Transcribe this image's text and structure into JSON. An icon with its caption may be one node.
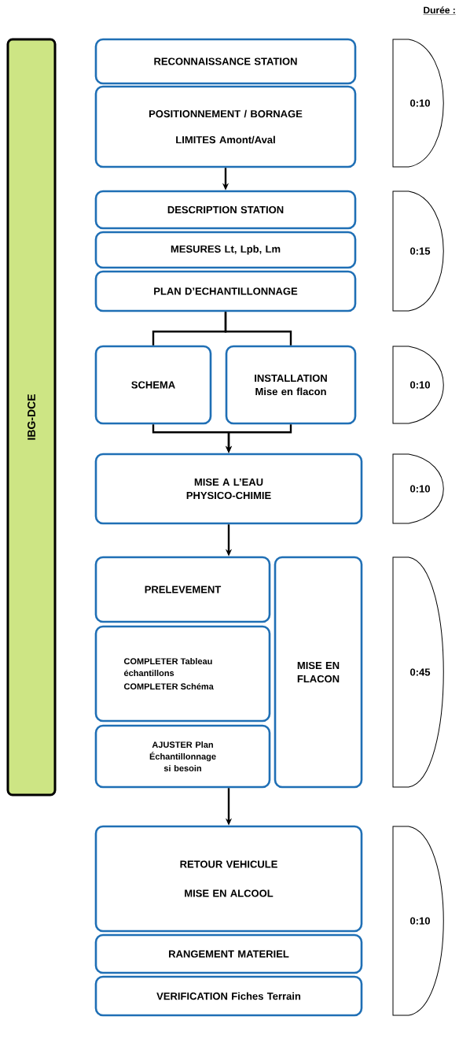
{
  "diagram": {
    "nodes": [
      {
        "text": [
          "IBG-DCE"
        ]
      },
      {
        "text": [
          "RECONNAISSANCE STATION"
        ]
      },
      {
        "text": [
          "POSITIONNEMENT / BORNAGE",
          "LIMITES Amont/Aval"
        ]
      },
      {
        "text": [
          "DESCRIPTION STATION"
        ]
      },
      {
        "text": [
          "MESURES Lt, Lpb, Lm"
        ]
      },
      {
        "text": [
          "PLAN D’ECHANTILLONNAGE"
        ]
      },
      {
        "text": [
          "SCHEMA"
        ]
      },
      {
        "text": [
          "INSTALLATION Mise en flacon"
        ]
      },
      {
        "text": [
          "MISE A L’EAU PHYSICO-CHIMIE"
        ]
      },
      {
        "text": [
          "PRELEVEMENT"
        ]
      },
      {
        "text": [
          "COMPLETER Tableau échantillons",
          "COMPLETER Schéma"
        ]
      },
      {
        "text": [
          "AJUSTER Plan Échantillonnage si besoin"
        ]
      },
      {
        "text": [
          "MISE EN FLACON"
        ]
      },
      {
        "text": [
          "RETOUR VEHICULE",
          "MISE EN ALCOOL"
        ]
      },
      {
        "text": [
          "RANGEMENT MATERIEL"
        ]
      },
      {
        "text": [
          "VERIFICATION Fiches Terrain"
        ]
      },
      {
        "text": [
          "0:10"
        ]
      },
      {
        "text": [
          "0:15"
        ]
      },
      {
        "text": [
          "0:10"
        ]
      },
      {
        "text": [
          "0:10"
        ]
      },
      {
        "text": [
          "0:45"
        ]
      },
      {
        "text": [
          "0:10"
        ]
      }
    ],
    "edges": [
      {
        "from": 2,
        "to": 3,
        "arrow": "to"
      },
      {
        "from": 5,
        "to": 6,
        "arrow": "none"
      },
      {
        "from": 5,
        "to": 7,
        "arrow": "none"
      },
      {
        "from": 6,
        "to": 8,
        "arrow": "to"
      },
      {
        "from": 7,
        "to": 8,
        "arrow": "to"
      },
      {
        "from": 8,
        "to": 9,
        "arrow": "to"
      },
      {
        "from": 11,
        "to": 13,
        "arrow": "to"
      }
    ],
    "labels": [
      "Durée :"
    ]
  }
}
